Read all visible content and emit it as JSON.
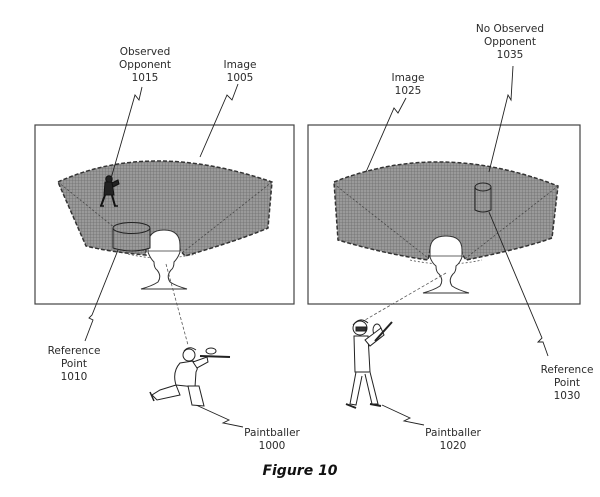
{
  "figure": {
    "caption": "Figure 10",
    "panels": [
      {
        "id": "left",
        "image_label": {
          "name": "Image",
          "number": "1005"
        },
        "opponent_label": {
          "line1": "Observed",
          "line2": "Opponent",
          "number": "1015"
        },
        "reference_label": {
          "line1": "Reference",
          "line2": "Point",
          "number": "1010"
        },
        "paintballer_label": {
          "name": "Paintballer",
          "number": "1000"
        },
        "opponent_visible": true,
        "paintballer_pose": "kneeling"
      },
      {
        "id": "right",
        "image_label": {
          "name": "Image",
          "number": "1025"
        },
        "opponent_label": {
          "line1": "No Observed",
          "line2": "Opponent",
          "number": "1035"
        },
        "reference_label": {
          "line1": "Reference",
          "line2": "Point",
          "number": "1030"
        },
        "paintballer_label": {
          "name": "Paintballer",
          "number": "1020"
        },
        "opponent_visible": false,
        "paintballer_pose": "standing"
      }
    ]
  },
  "colors": {
    "line": "#222222",
    "hatch_fill": "#8a8a8a",
    "frame": "#444444"
  }
}
